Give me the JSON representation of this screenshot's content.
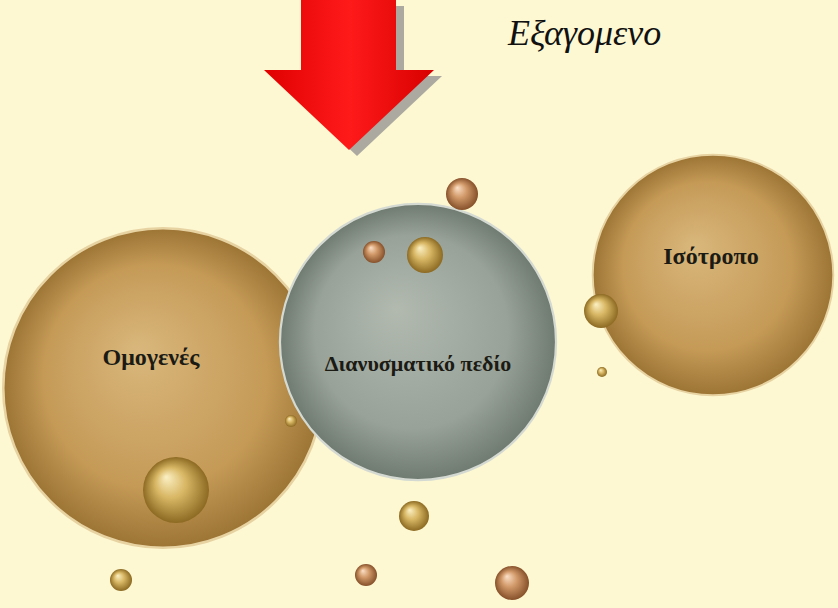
{
  "diagram": {
    "nodes": [
      {
        "text": [
          "Ομογενές"
        ]
      },
      {
        "text": [
          "Διανυσματικό πεδίο"
        ]
      },
      {
        "text": [
          "Ισότροπο"
        ]
      }
    ],
    "labels": [
      "Εξαγομενο"
    ]
  }
}
